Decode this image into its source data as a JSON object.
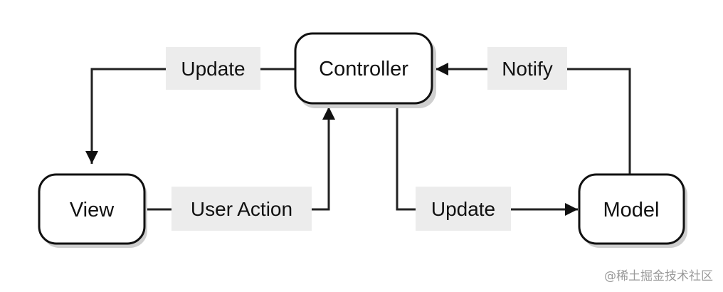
{
  "nodes": {
    "controller": "Controller",
    "view": "View",
    "model": "Model"
  },
  "edges": {
    "controller_to_view": "Update",
    "model_to_controller": "Notify",
    "view_to_controller": "User Action",
    "controller_to_model": "Update"
  },
  "watermark": "@稀土掘金技术社区"
}
